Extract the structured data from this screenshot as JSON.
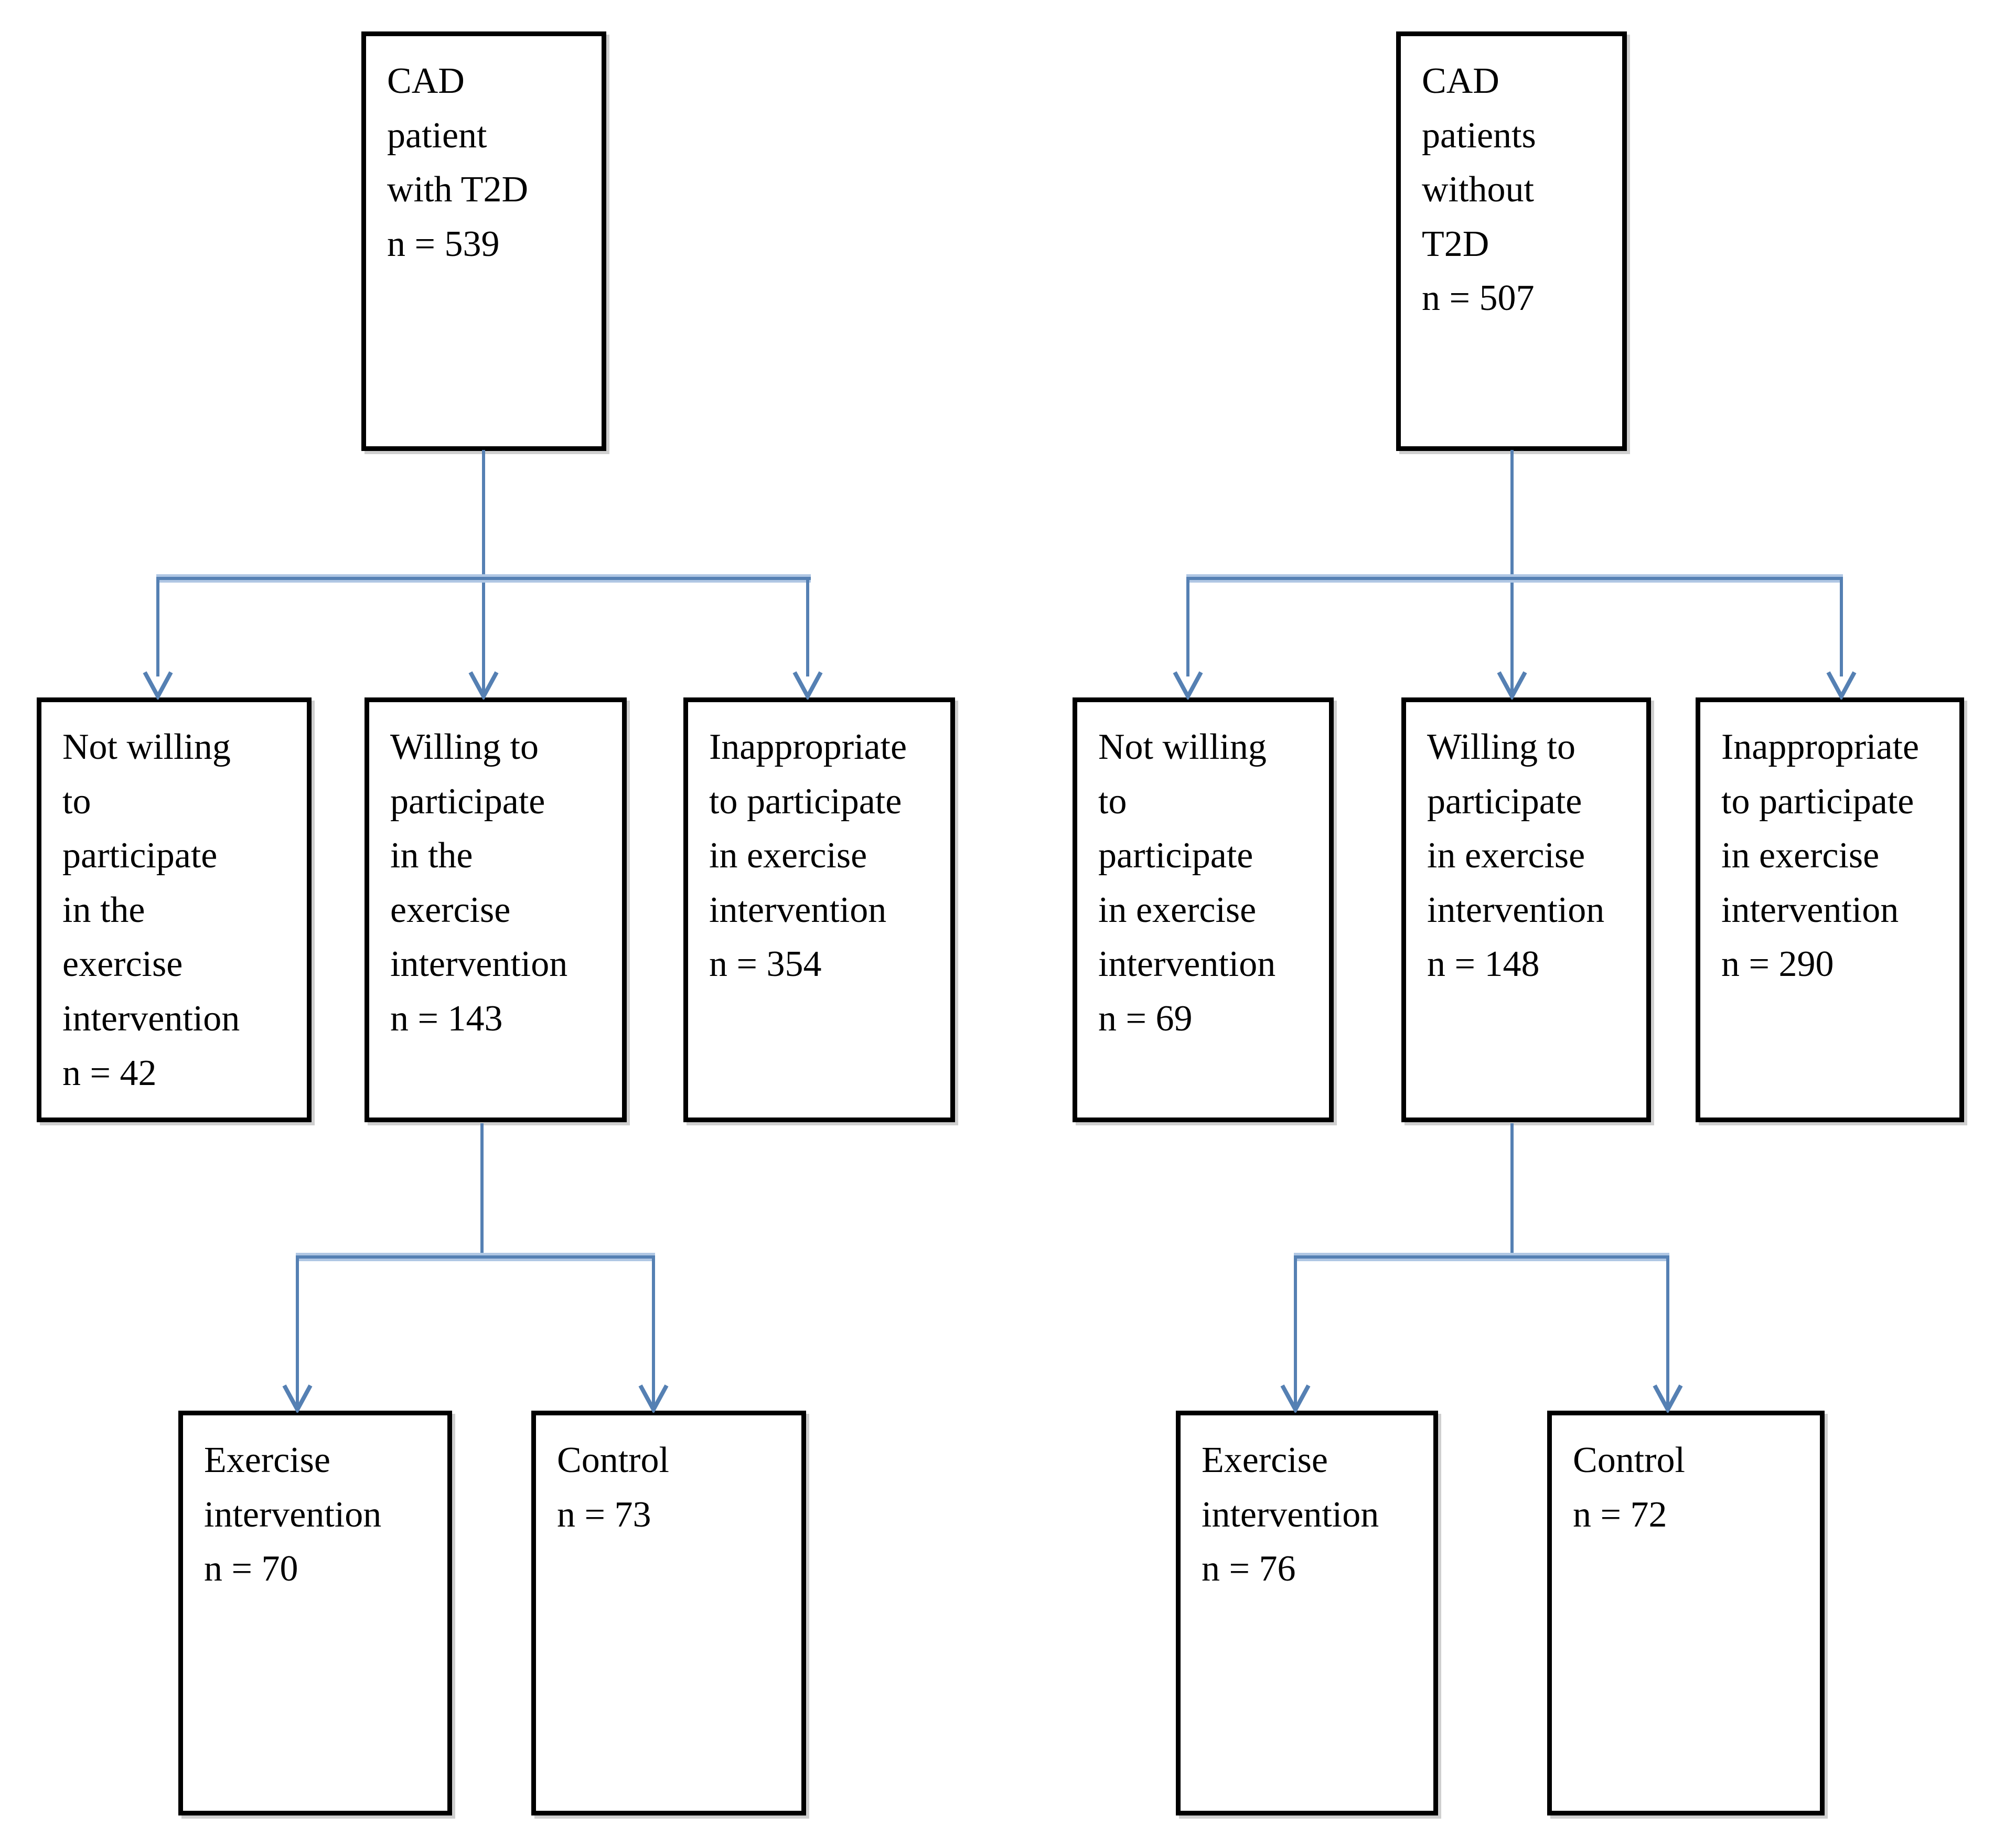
{
  "diagram": {
    "type": "flowchart",
    "background": "#ffffff",
    "colors": {
      "box_border": "#000000",
      "text": "#000000",
      "connector": "#5580b3",
      "connector_highlight": "#b0c7e4"
    },
    "left_tree": {
      "root": {
        "text": "CAD\npatient\nwith T2D\nn = 539",
        "n": 539
      },
      "children": [
        {
          "text": "Not willing\nto\nparticipate\nin the\nexercise\nintervention\nn = 42",
          "n": 42
        },
        {
          "text": "Willing to\nparticipate\nin the\nexercise\nintervention\nn = 143",
          "n": 143
        },
        {
          "text": "Inappropriate\nto participate\nin exercise\nintervention\nn = 354",
          "n": 354
        }
      ],
      "randomized": [
        {
          "text": "Exercise\nintervention\nn = 70",
          "n": 70
        },
        {
          "text": "Control\nn = 73",
          "n": 73
        }
      ]
    },
    "right_tree": {
      "root": {
        "text": "CAD\npatients\nwithout\nT2D\nn = 507",
        "n": 507
      },
      "children": [
        {
          "text": "Not willing\nto\nparticipate\nin exercise\nintervention\nn = 69",
          "n": 69
        },
        {
          "text": "Willing to\nparticipate\nin exercise\nintervention\nn = 148",
          "n": 148
        },
        {
          "text": "Inappropriate\nto participate\nin exercise\nintervention\nn = 290",
          "n": 290
        }
      ],
      "randomized": [
        {
          "text": "Exercise\nintervention\nn = 76",
          "n": 76
        },
        {
          "text": "Control\nn = 72",
          "n": 72
        }
      ]
    }
  }
}
